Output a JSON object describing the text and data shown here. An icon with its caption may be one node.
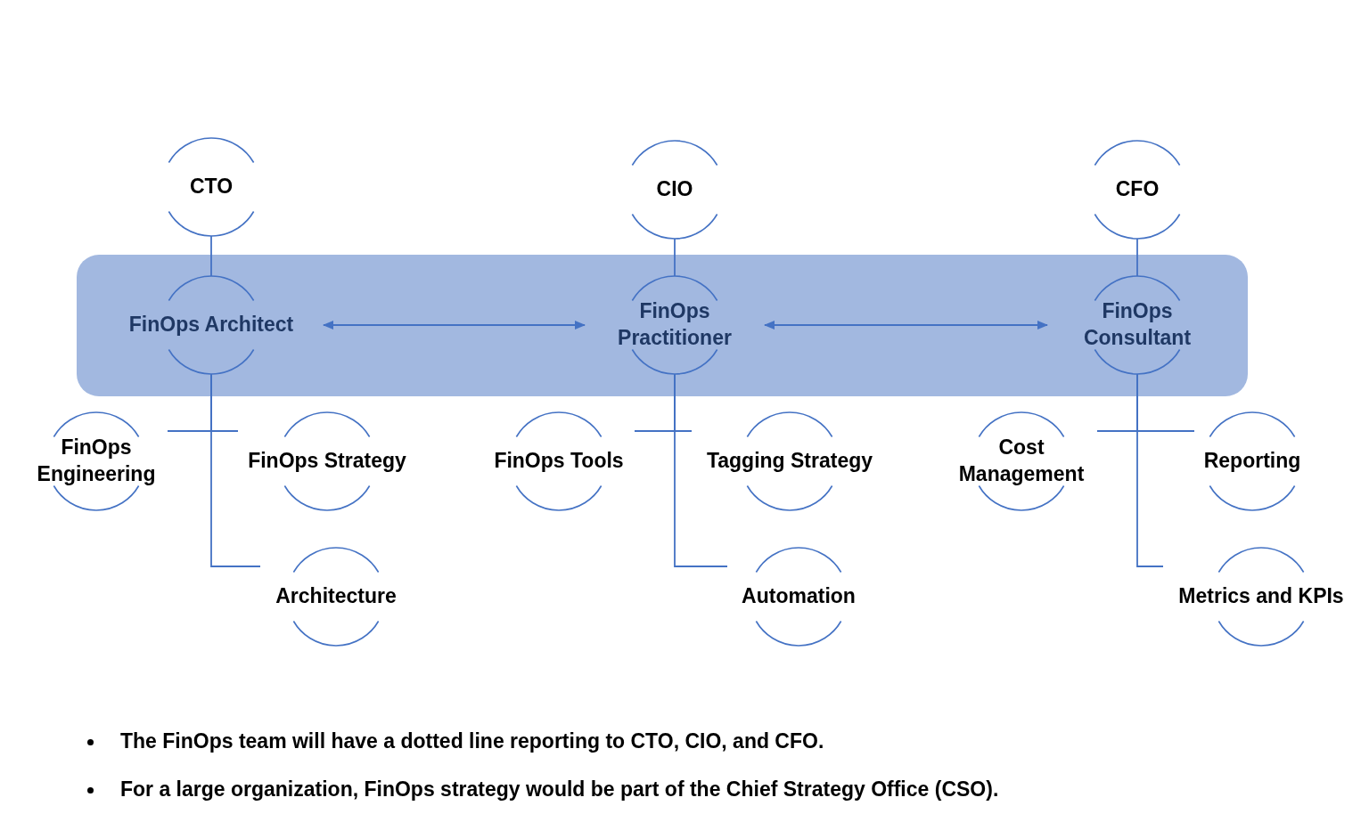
{
  "diagram": {
    "nodes": [
      {
        "text": [
          "CTO"
        ]
      },
      {
        "text": [
          "CIO"
        ]
      },
      {
        "text": [
          "CFO"
        ]
      },
      {
        "text": [],
        "shape": "box"
      },
      {
        "text": [
          "FinOps Architect"
        ],
        "in": 3
      },
      {
        "text": [
          "FinOps Practitioner"
        ],
        "in": 3
      },
      {
        "text": [
          "FinOps Consultant"
        ],
        "in": 3
      },
      {
        "text": [
          "FinOps Engineering"
        ]
      },
      {
        "text": [
          "FinOps Strategy"
        ]
      },
      {
        "text": [
          "FinOps Tools"
        ]
      },
      {
        "text": [
          "Tagging Strategy"
        ]
      },
      {
        "text": [
          "Cost Management"
        ]
      },
      {
        "text": [
          "Reporting"
        ]
      },
      {
        "text": [
          "Architecture"
        ]
      },
      {
        "text": [
          "Automation"
        ]
      },
      {
        "text": [
          "Metrics and KPIs"
        ]
      }
    ],
    "edges": [
      {
        "from": 0,
        "to": 4,
        "arrow": "none"
      },
      {
        "from": 1,
        "to": 5,
        "arrow": "none"
      },
      {
        "from": 2,
        "to": 6,
        "arrow": "none"
      },
      {
        "from": 4,
        "to": 5,
        "arrow": "both"
      },
      {
        "from": 5,
        "to": 6,
        "arrow": "both"
      },
      {
        "from": 4,
        "to": 7,
        "arrow": "none"
      },
      {
        "from": 4,
        "to": 8,
        "arrow": "none"
      },
      {
        "from": 4,
        "to": 13,
        "arrow": "none"
      },
      {
        "from": 5,
        "to": 9,
        "arrow": "none"
      },
      {
        "from": 5,
        "to": 10,
        "arrow": "none"
      },
      {
        "from": 5,
        "to": 14,
        "arrow": "none"
      },
      {
        "from": 6,
        "to": 11,
        "arrow": "none"
      },
      {
        "from": 6,
        "to": 12,
        "arrow": "none"
      },
      {
        "from": 6,
        "to": 15,
        "arrow": "none"
      }
    ],
    "labels": [
      "The FinOps team will have a dotted line reporting to CTO, CIO, and CFO.",
      "For a large organization, FinOps strategy would be part of the Chief Strategy Office (CSO)."
    ]
  }
}
